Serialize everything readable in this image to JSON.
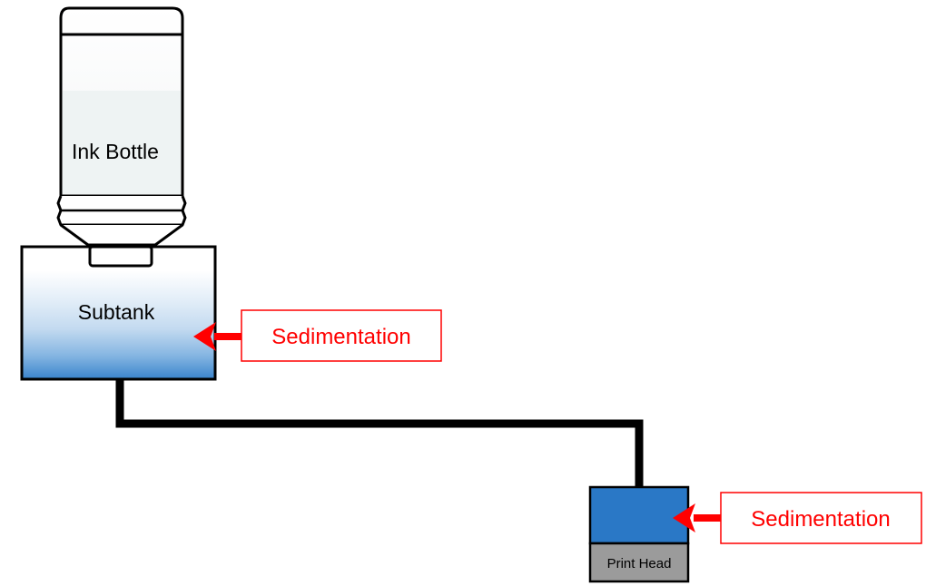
{
  "diagram": {
    "ink_bottle": {
      "label": "Ink Bottle"
    },
    "subtank": {
      "label": "Subtank"
    },
    "print_head": {
      "label": "Print Head"
    },
    "callouts": [
      {
        "text": "Sedimentation",
        "color": "#ff0000"
      },
      {
        "text": "Sedimentation",
        "color": "#ff0000"
      }
    ],
    "colors": {
      "ink_blue": "#2a78c6",
      "print_head_body": "#9b9b9b",
      "tube": "#000000",
      "callout": "#ff0000"
    }
  }
}
